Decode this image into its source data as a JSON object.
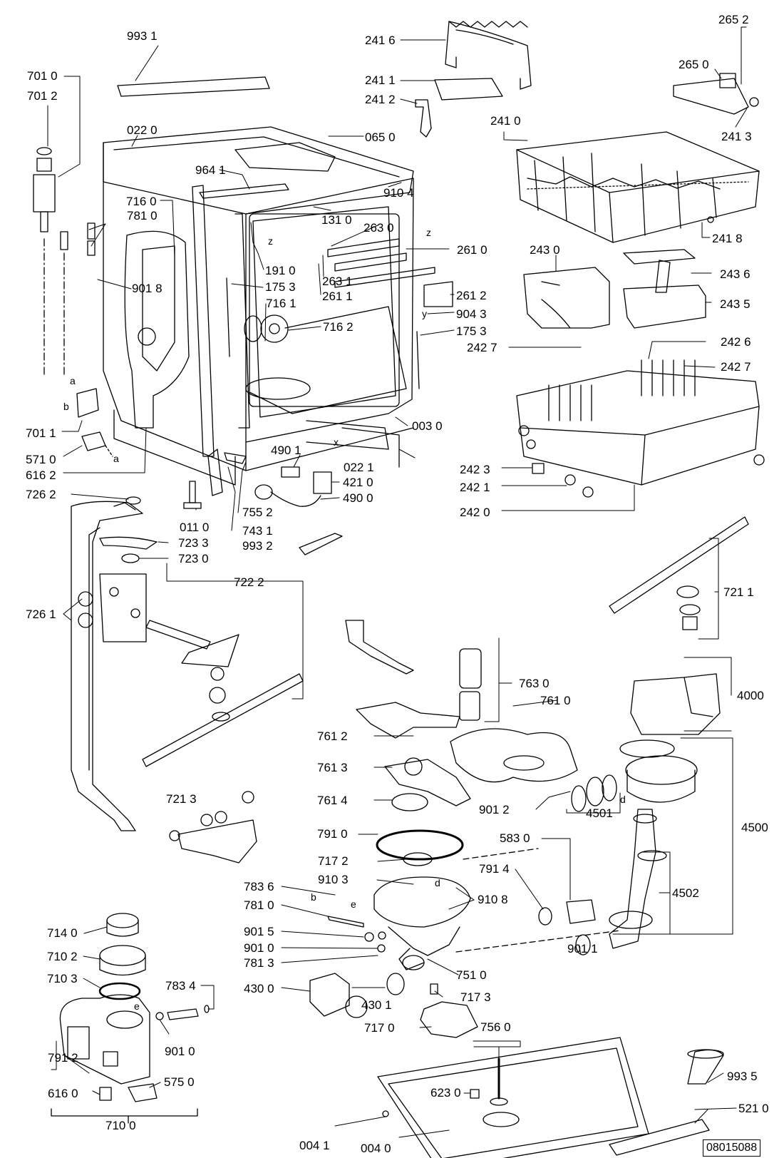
{
  "diagram": {
    "reference_number": "08015088",
    "parts": [
      {
        "id": "p9931",
        "label": "993 1"
      },
      {
        "id": "p7010",
        "label": "701 0"
      },
      {
        "id": "p7012",
        "label": "701 2"
      },
      {
        "id": "p0220",
        "label": "022 0"
      },
      {
        "id": "p0650",
        "label": "065 0"
      },
      {
        "id": "p9641",
        "label": "964 1"
      },
      {
        "id": "p9104",
        "label": "910 4"
      },
      {
        "id": "p1310",
        "label": "131 0"
      },
      {
        "id": "p2630",
        "label": "263 0"
      },
      {
        "id": "p2610",
        "label": "261 0"
      },
      {
        "id": "p7160",
        "label": "716 0"
      },
      {
        "id": "p7810a",
        "label": "781 0"
      },
      {
        "id": "p1910",
        "label": "191 0"
      },
      {
        "id": "p1753a",
        "label": "175 3"
      },
      {
        "id": "p2631",
        "label": "263 1"
      },
      {
        "id": "p2611",
        "label": "261 1"
      },
      {
        "id": "p2612",
        "label": "261 2"
      },
      {
        "id": "p9018",
        "label": "901 8"
      },
      {
        "id": "p7161",
        "label": "716 1"
      },
      {
        "id": "p7162",
        "label": "716 2"
      },
      {
        "id": "p9043",
        "label": "904 3"
      },
      {
        "id": "p1753b",
        "label": "175 3"
      },
      {
        "id": "p2416",
        "label": "241 6"
      },
      {
        "id": "p2411",
        "label": "241 1"
      },
      {
        "id": "p2412",
        "label": "241 2"
      },
      {
        "id": "p2410",
        "label": "241 0"
      },
      {
        "id": "p2652",
        "label": "265 2"
      },
      {
        "id": "p2650",
        "label": "265 0"
      },
      {
        "id": "p2413",
        "label": "241 3"
      },
      {
        "id": "p2418",
        "label": "241 8"
      },
      {
        "id": "p2430",
        "label": "243 0"
      },
      {
        "id": "p2436",
        "label": "243 6"
      },
      {
        "id": "p2435",
        "label": "243 5"
      },
      {
        "id": "p2427a",
        "label": "242 7"
      },
      {
        "id": "p2426",
        "label": "242 6"
      },
      {
        "id": "p2427b",
        "label": "242 7"
      },
      {
        "id": "p2423",
        "label": "242 3"
      },
      {
        "id": "p2421",
        "label": "242 1"
      },
      {
        "id": "p2420",
        "label": "242 0"
      },
      {
        "id": "p7011",
        "label": "701 1"
      },
      {
        "id": "p5710",
        "label": "571 0"
      },
      {
        "id": "p6162",
        "label": "616 2"
      },
      {
        "id": "p0030",
        "label": "003 0"
      },
      {
        "id": "p0221",
        "label": "022 1"
      },
      {
        "id": "p4901",
        "label": "490 1"
      },
      {
        "id": "p4210",
        "label": "421 0"
      },
      {
        "id": "p4900",
        "label": "490 0"
      },
      {
        "id": "p7262",
        "label": "726 2"
      },
      {
        "id": "p0110",
        "label": "011 0"
      },
      {
        "id": "p7552",
        "label": "755 2"
      },
      {
        "id": "p7431",
        "label": "743 1"
      },
      {
        "id": "p7233",
        "label": "723 3"
      },
      {
        "id": "p7230",
        "label": "723 0"
      },
      {
        "id": "p9932",
        "label": "993 2"
      },
      {
        "id": "p7222",
        "label": "722 2"
      },
      {
        "id": "p7261",
        "label": "726 1"
      },
      {
        "id": "p7211",
        "label": "721 1"
      },
      {
        "id": "p7630",
        "label": "763 0"
      },
      {
        "id": "p7610",
        "label": "761 0"
      },
      {
        "id": "p4000",
        "label": "4000"
      },
      {
        "id": "p7612",
        "label": "761 2"
      },
      {
        "id": "p7613",
        "label": "761 3"
      },
      {
        "id": "p7614",
        "label": "761 4"
      },
      {
        "id": "p9012",
        "label": "901 2"
      },
      {
        "id": "p4501",
        "label": "4501"
      },
      {
        "id": "p4500",
        "label": "4500"
      },
      {
        "id": "p7213",
        "label": "721 3"
      },
      {
        "id": "p7910",
        "label": "791 0"
      },
      {
        "id": "p5830",
        "label": "583 0"
      },
      {
        "id": "p7172",
        "label": "717 2"
      },
      {
        "id": "p7914",
        "label": "791 4"
      },
      {
        "id": "p9103",
        "label": "910 3"
      },
      {
        "id": "p9108",
        "label": "910 8"
      },
      {
        "id": "p7836",
        "label": "783 6"
      },
      {
        "id": "p7810b",
        "label": "781 0"
      },
      {
        "id": "p4502",
        "label": "4502"
      },
      {
        "id": "p7140",
        "label": "714 0"
      },
      {
        "id": "p9015",
        "label": "901 5"
      },
      {
        "id": "p9010a",
        "label": "901 0"
      },
      {
        "id": "p9011",
        "label": "901 1"
      },
      {
        "id": "p7102",
        "label": "710 2"
      },
      {
        "id": "p7813",
        "label": "781 3"
      },
      {
        "id": "p7510",
        "label": "751 0"
      },
      {
        "id": "p7103",
        "label": "710 3"
      },
      {
        "id": "p7834",
        "label": "783 4"
      },
      {
        "id": "p4300",
        "label": "430 0"
      },
      {
        "id": "p4301",
        "label": "430 1"
      },
      {
        "id": "p7173",
        "label": "717 3"
      },
      {
        "id": "p7170",
        "label": "717 0"
      },
      {
        "id": "p7560",
        "label": "756 0"
      },
      {
        "id": "p9010b",
        "label": "901 0"
      },
      {
        "id": "p7912",
        "label": "791 2"
      },
      {
        "id": "p9935",
        "label": "993 5"
      },
      {
        "id": "p6230",
        "label": "623 0"
      },
      {
        "id": "p6160",
        "label": "616 0"
      },
      {
        "id": "p5750",
        "label": "575 0"
      },
      {
        "id": "p5210",
        "label": "521 0"
      },
      {
        "id": "p7100",
        "label": "710 0"
      },
      {
        "id": "p0041",
        "label": "004 1"
      },
      {
        "id": "p0040",
        "label": "004 0"
      }
    ],
    "letters": [
      "a",
      "b",
      "a",
      "z",
      "z",
      "x",
      "y",
      "d",
      "d",
      "e",
      "b",
      "e"
    ]
  }
}
